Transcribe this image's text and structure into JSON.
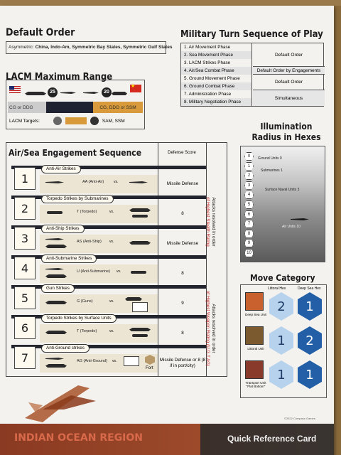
{
  "default_order": {
    "title": "Default Order",
    "prefix": "Asymmetric: ",
    "items": "China, Indo-Am, Symmetric Bay States, Symmetric Gulf States"
  },
  "turn_sequence": {
    "title": "Military Turn Sequence of Play",
    "phases": [
      "1. Air Movement Phase",
      "2. Sea Movement Phase",
      "3. LACM Strikes Phase",
      "4. Air/Sea Combat Phase",
      "5. Ground Movement Phase",
      "6. Ground Combat Phase",
      "7. Administration Phase",
      "8. Military Negotiation Phase"
    ],
    "orders": [
      "Default Order",
      "Default Order by Engagements",
      "Default Order",
      "Simultaneous"
    ]
  },
  "lacm": {
    "title": "LACM Maximum Range",
    "us_range": "25",
    "cn_range": "20",
    "us_label": "CG or DDG",
    "cn_label": "CG, DDG or SSM",
    "targets_label": "LACM Targets:",
    "targets_text": "SAM, SSM"
  },
  "illumination": {
    "title_line1": "Illumination",
    "title_line2": "Radius in Hexes",
    "hexes": [
      "0",
      "1",
      "2",
      "3",
      "4",
      "5",
      "6",
      "7",
      "8",
      "9",
      "10"
    ],
    "labels": {
      "ground": "Ground Units",
      "ground_val": "0",
      "sub": "Submarines",
      "sub_val": "1",
      "surface": "Surface Naval Units",
      "surface_val": "3",
      "air": "Air Units",
      "air_val": "10"
    }
  },
  "engagement": {
    "title": "Air/Sea Engagement Sequence",
    "score_header": "Defense Score",
    "rows": [
      {
        "num": "1",
        "label": "Anti-Air Strikes",
        "mid": "AA (Anti-Air)",
        "vs": "vs.",
        "score": "Missile Defense"
      },
      {
        "num": "2",
        "label": "Torpedo Strikes by Submarines",
        "mid": "T (Torpedo)",
        "vs": "vs.",
        "score": "8"
      },
      {
        "num": "3",
        "label": "Anti-Ship Strikes",
        "mid": "AS (Anti-Ship)",
        "vs": "vs.",
        "score": "Missile Defense"
      },
      {
        "num": "4",
        "label": "Anti-Submarine Strikes",
        "mid": "U (Anti-Submarine)",
        "vs": "vs.",
        "score": "8"
      },
      {
        "num": "5",
        "label": "Gun Strikes",
        "mid": "G (Guns)",
        "vs": "vs.",
        "score": "9"
      },
      {
        "num": "6",
        "label": "Torpedo Strikes by Surface Units",
        "mid": "T (Torpedo)",
        "vs": "vs.",
        "score": "8"
      },
      {
        "num": "7",
        "label": "Anti-Ground strikes",
        "mid": "AG (Anti-Ground)",
        "vs": "vs.",
        "score": "Missile Defense or 8 (8 if in port/city)"
      }
    ],
    "note1_a": "Attacks resolved in order",
    "note1_b": "of Highest Stealth Rating",
    "note2_a": "Attacks resolved in order",
    "note2_b": "of Highest Weapon Rating (U,G,T,AG)",
    "fort_label": "Fort"
  },
  "move_category": {
    "title": "Move Category",
    "h_littoral": "Littoral Hex",
    "h_deep": "Deep Sea Hex",
    "rows": [
      {
        "caption": "Deep Sea Unit",
        "littoral": "2",
        "deep": "1",
        "color": "#c8612e"
      },
      {
        "caption": "Littoral Unit",
        "littoral": "1",
        "deep": "2",
        "color": "#7a5a2e"
      },
      {
        "caption": "Transport Unit \"Flat Bottom\"",
        "littoral": "1",
        "deep": "1",
        "color": "#8a3a2a"
      }
    ]
  },
  "footer": {
    "region": "INDIAN OCEAN REGION",
    "card": "Quick Reference Card",
    "copyright": "©2022 Compass Games"
  }
}
